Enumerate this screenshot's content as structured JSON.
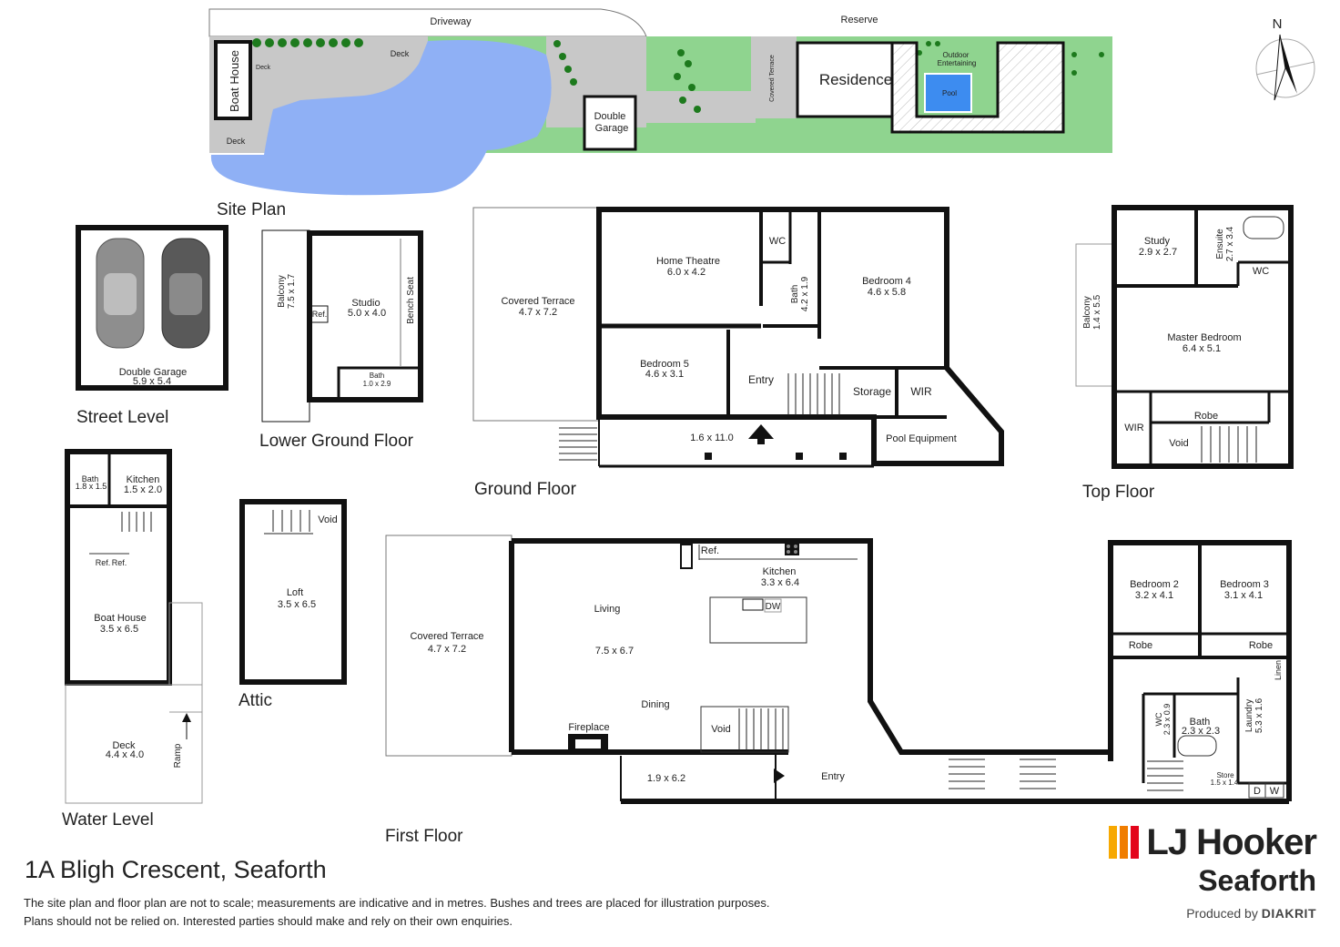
{
  "address": "1A Bligh Crescent, Seaforth",
  "disclaimer": {
    "line1": "The site plan and floor plan are not to scale; measurements are indicative and in metres. Bushes and trees are placed for illustration purposes.",
    "line2": "Plans should not be relied on. Interested parties should make and rely on their own enquiries."
  },
  "brand": {
    "name": "LJ Hooker",
    "office": "Seaforth",
    "produced_by_prefix": "Produced by",
    "produced_by_name": "DIAKRIT",
    "logo_colors": [
      "#f7a800",
      "#f07d00",
      "#e3051b"
    ]
  },
  "compass": "N",
  "colors": {
    "lawn": "#8fd48f",
    "water": "#8fb0f5",
    "paving": "#c8c8c8",
    "pool": "#3d8cf0"
  },
  "site_plan": {
    "title": "Site Plan",
    "driveway": "Driveway",
    "reserve": "Reserve",
    "boat_house": "Boat House",
    "deck_1": "Deck",
    "deck_2": "Deck",
    "deck_3": "Deck",
    "double_garage_l1": "Double",
    "double_garage_l2": "Garage",
    "covered_terrace": "Covered Terrace",
    "residence": "Residence",
    "outdoor_l1": "Outdoor",
    "outdoor_l2": "Entertaining",
    "pool": "Pool"
  },
  "street_level": {
    "title": "Street Level",
    "garage_name": "Double Garage",
    "garage_size": "5.9 x 5.4"
  },
  "lower_ground": {
    "title": "Lower Ground Floor",
    "balcony_name": "Balcony",
    "balcony_size": "7.5 x 1.7",
    "studio_name": "Studio",
    "studio_size": "5.0 x 4.0",
    "bench_seat": "Bench Seat",
    "ref": "Ref.",
    "bath_name": "Bath",
    "bath_size": "1.0 x 2.9"
  },
  "ground_floor": {
    "title": "Ground Floor",
    "covered_terrace_name": "Covered Terrace",
    "covered_terrace_size": "4.7 x 7.2",
    "home_theatre_name": "Home Theatre",
    "home_theatre_size": "6.0 x 4.2",
    "wc": "WC",
    "bath_name": "Bath",
    "bath_size": "4.2 x 1.9",
    "bedroom4_name": "Bedroom 4",
    "bedroom4_size": "4.6 x 5.8",
    "bedroom5_name": "Bedroom 5",
    "bedroom5_size": "4.6 x 3.1",
    "entry": "Entry",
    "storage": "Storage",
    "wir": "WIR",
    "hall_size": "1.6 x 11.0",
    "pool_equipment": "Pool Equipment"
  },
  "top_floor": {
    "title": "Top Floor",
    "study_name": "Study",
    "study_size": "2.9 x 2.7",
    "ensuite_name": "Ensuite",
    "ensuite_size": "2.7 x 3.4",
    "wc": "WC",
    "balcony_name": "Balcony",
    "balcony_size": "1.4 x 5.5",
    "master_name": "Master Bedroom",
    "master_size": "6.4 x 5.1",
    "wir": "WIR",
    "robe": "Robe",
    "void": "Void"
  },
  "water_level": {
    "title": "Water Level",
    "bath_name": "Bath",
    "bath_size": "1.8 x 1.5",
    "kitchen_name": "Kitchen",
    "kitchen_size": "1.5 x 2.0",
    "ref1": "Ref.",
    "ref2": "Ref.",
    "boathouse_name": "Boat House",
    "boathouse_size": "3.5 x 6.5",
    "deck_name": "Deck",
    "deck_size": "4.4 x 4.0",
    "ramp": "Ramp"
  },
  "attic": {
    "title": "Attic",
    "void": "Void",
    "loft_name": "Loft",
    "loft_size": "3.5 x 6.5"
  },
  "first_floor": {
    "title": "First Floor",
    "covered_terrace_name": "Covered Terrace",
    "covered_terrace_size": "4.7 x 7.2",
    "ref": "Ref.",
    "kitchen_name": "Kitchen",
    "kitchen_size": "3.3 x 6.4",
    "dw": "DW",
    "living": "Living",
    "living_size": "7.5 x 6.7",
    "dining": "Dining",
    "fireplace": "Fireplace",
    "void": "Void",
    "hall_size": "1.9 x 6.2",
    "entry": "Entry",
    "bedroom2_name": "Bedroom 2",
    "bedroom2_size": "3.2 x 4.1",
    "bedroom3_name": "Bedroom 3",
    "bedroom3_size": "3.1 x 4.1",
    "robe1": "Robe",
    "robe2": "Robe",
    "linen": "Linen",
    "wc_name": "WC",
    "wc_size": "2.3 x 0.9",
    "bath_name": "Bath",
    "bath_size": "2.3 x 2.3",
    "laundry_name": "Laundry",
    "laundry_size": "5.3 x 1.6",
    "store_name": "Store",
    "store_size": "1.5 x 1.4",
    "d": "D",
    "w": "W"
  }
}
